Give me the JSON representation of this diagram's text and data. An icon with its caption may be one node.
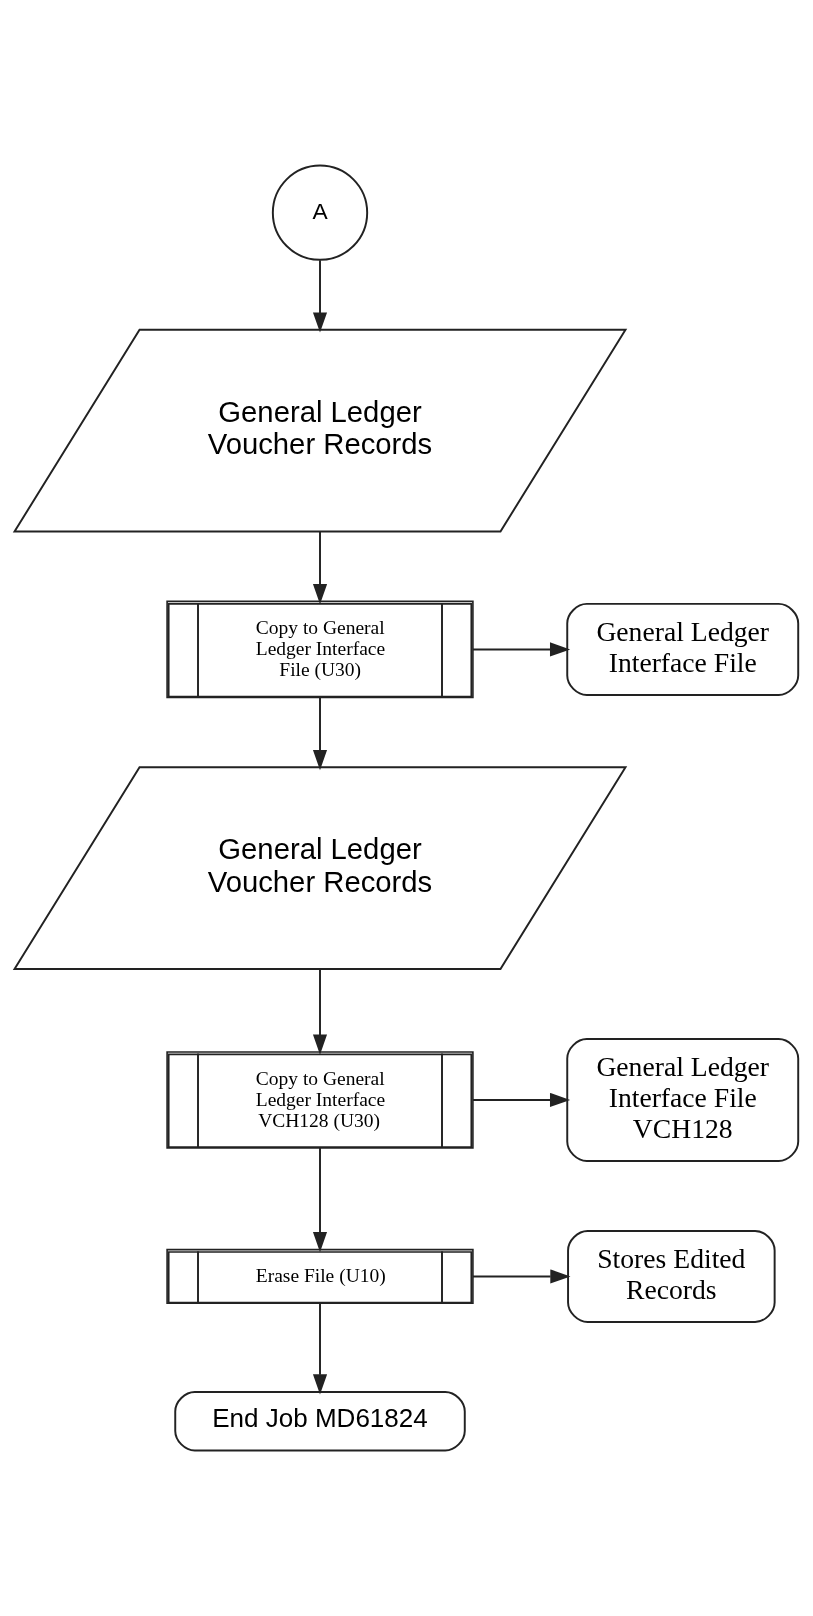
{
  "diagram": {
    "nodes": [
      {
        "text": [
          "A"
        ]
      },
      {
        "text": [
          "General Ledger Voucher Records"
        ]
      },
      {
        "text": [
          "Copy to General Ledger Interface File (U30)"
        ]
      },
      {
        "text": [
          "General Ledger Interface File"
        ]
      },
      {
        "text": [
          "General Ledger Voucher Records"
        ]
      },
      {
        "text": [
          "Copy to General Ledger Interface VCH128 (U30)"
        ]
      },
      {
        "text": [
          "General Ledger Interface File VCH128"
        ]
      },
      {
        "text": [
          "Erase File (U10)"
        ]
      },
      {
        "text": [
          "Stores Edited Records"
        ]
      },
      {
        "text": [
          "End Job MD61824"
        ]
      }
    ],
    "edges": [
      {
        "from": 0,
        "to": 1,
        "arrow": "to"
      },
      {
        "from": 1,
        "to": 2,
        "arrow": "to"
      },
      {
        "from": 2,
        "to": 3,
        "arrow": "to"
      },
      {
        "from": 2,
        "to": 4,
        "arrow": "to"
      },
      {
        "from": 4,
        "to": 5,
        "arrow": "to"
      },
      {
        "from": 5,
        "to": 6,
        "arrow": "to"
      },
      {
        "from": 5,
        "to": 7,
        "arrow": "to"
      },
      {
        "from": 7,
        "to": 8,
        "arrow": "to"
      },
      {
        "from": 7,
        "to": 9,
        "arrow": "to"
      }
    ]
  }
}
